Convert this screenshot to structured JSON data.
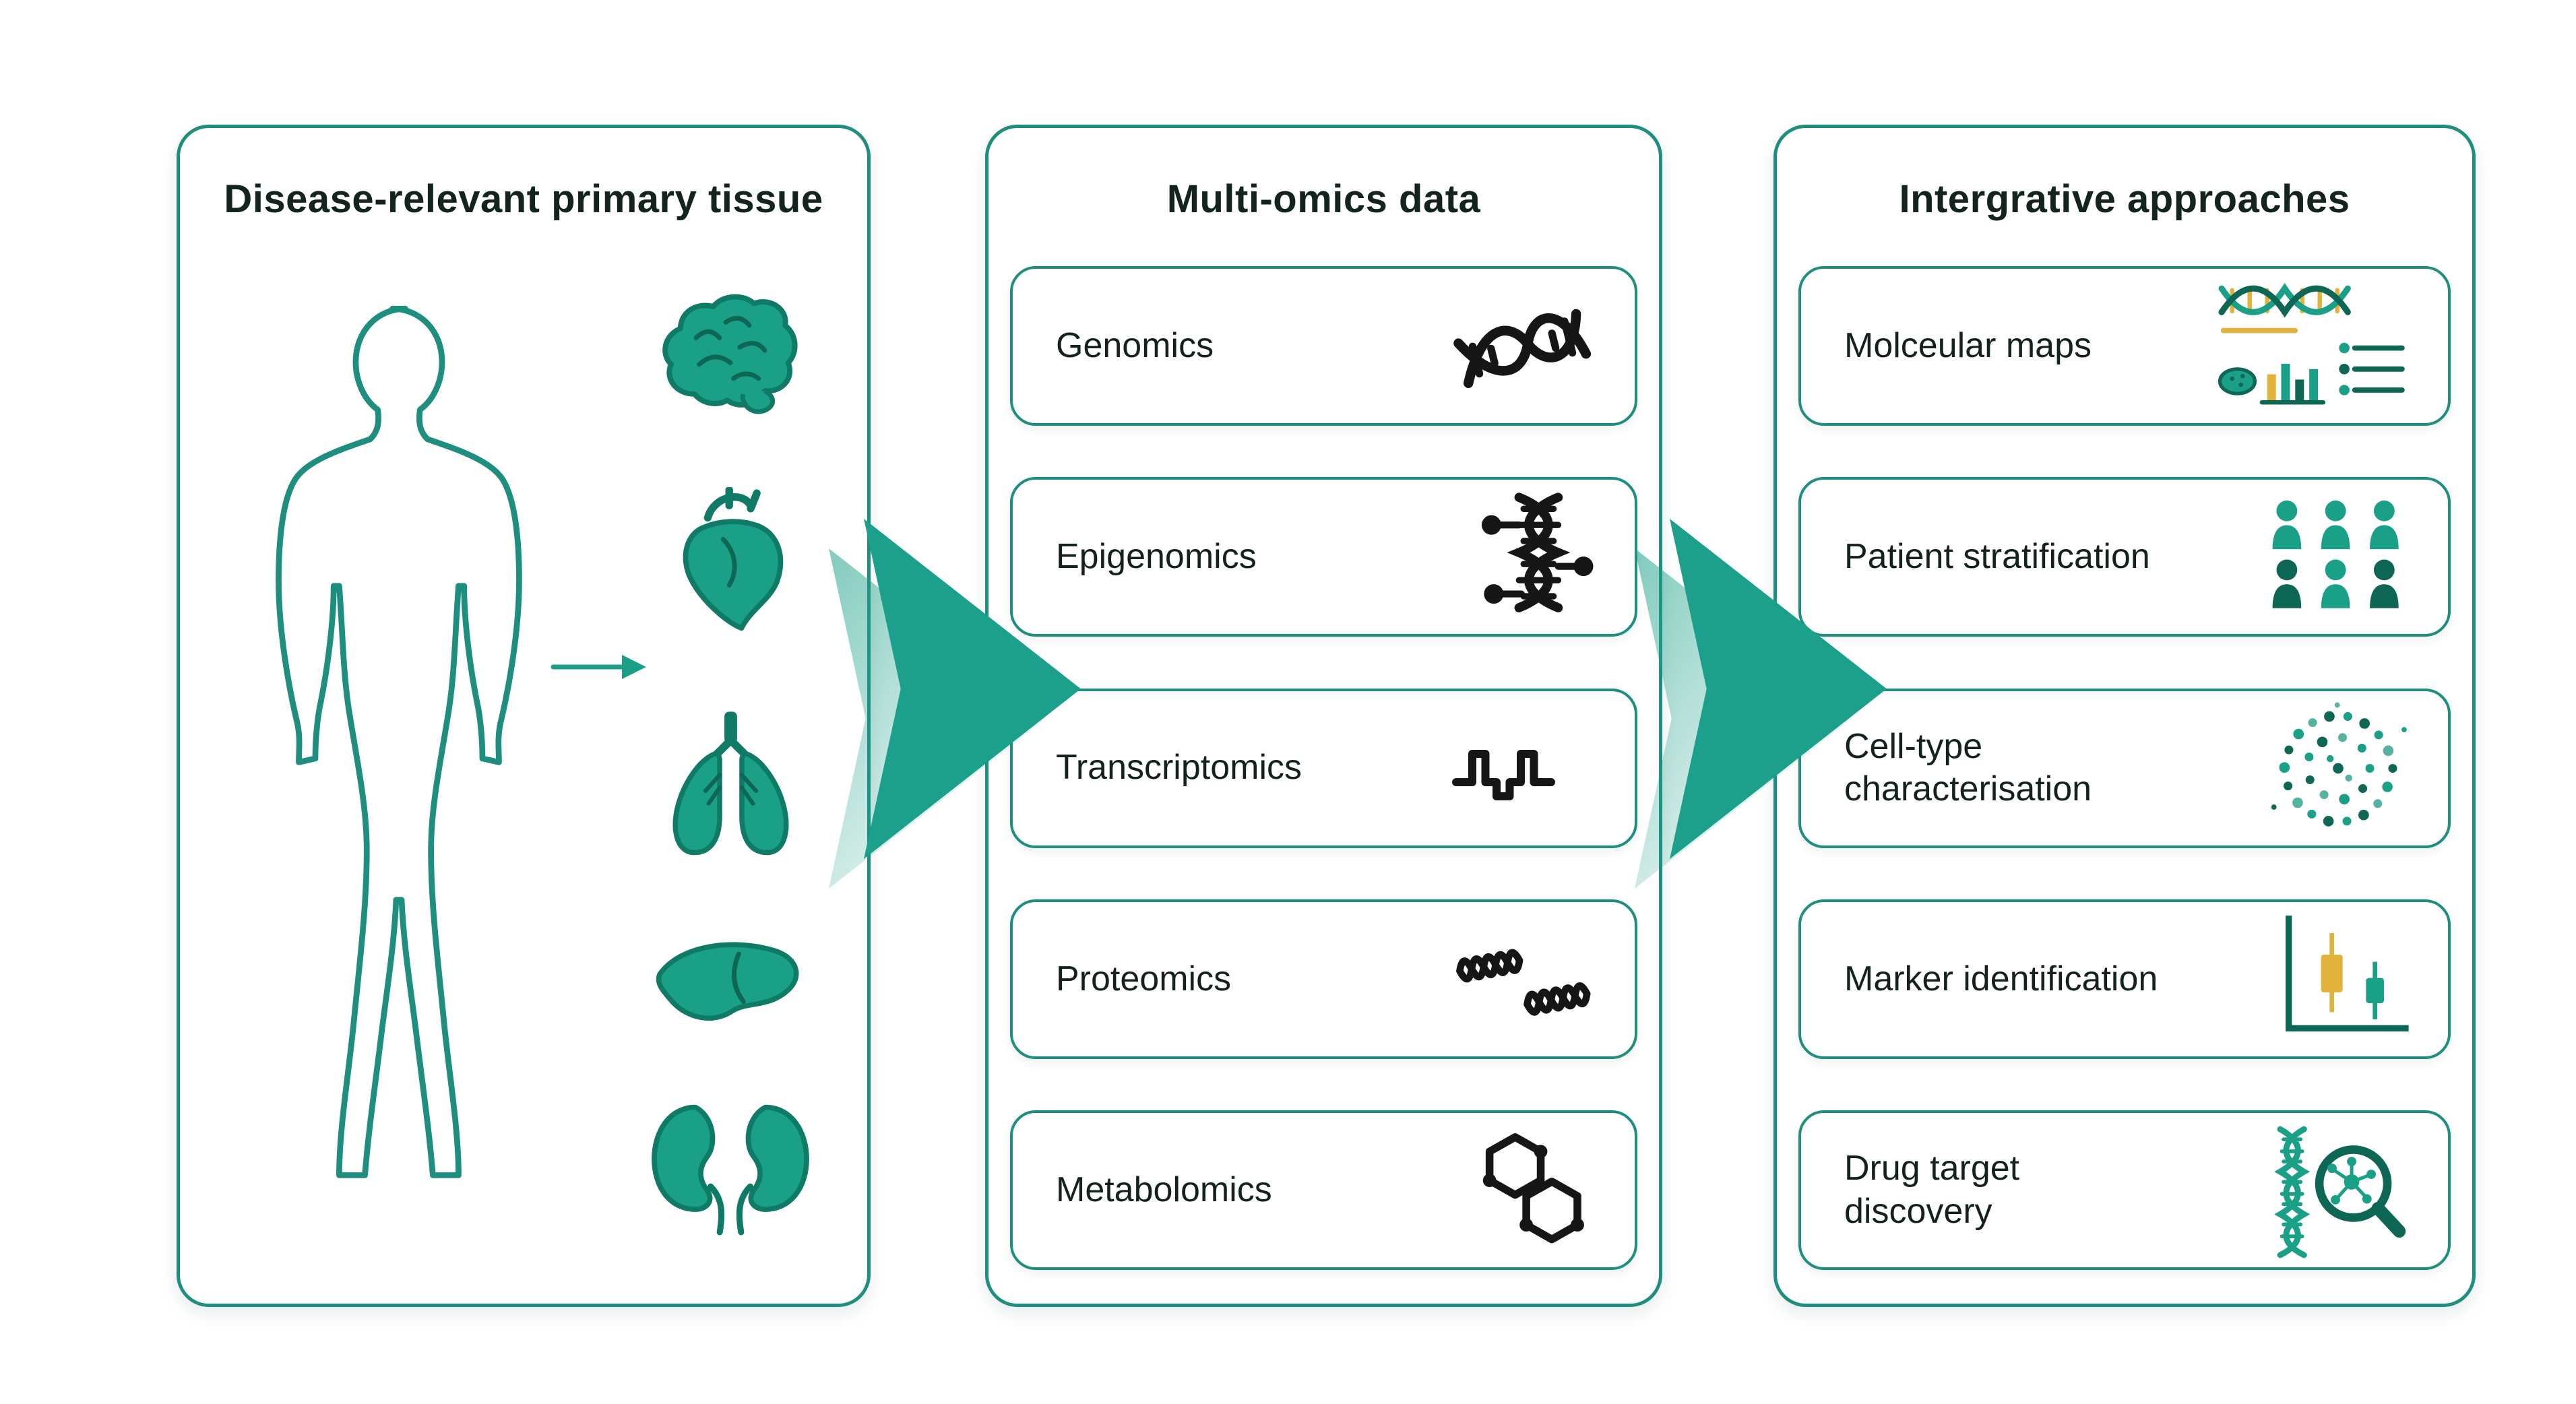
{
  "colors": {
    "teal": "#1BA088",
    "teal_dark": "#0E6655",
    "yellow": "#E2B33C",
    "panel_border": "#1E8E7E",
    "icon_black": "#161616"
  },
  "tissue_panel": {
    "title": "Disease-relevant primary tissue",
    "organs": [
      "brain",
      "heart",
      "lungs",
      "liver",
      "kidneys"
    ]
  },
  "omics_panel": {
    "title": "Multi-omics data",
    "items": [
      {
        "label": "Genomics",
        "icon": "dna-icon"
      },
      {
        "label": "Epigenomics",
        "icon": "methylated-dna-icon"
      },
      {
        "label": "Transcriptomics",
        "icon": "rna-transcript-icon"
      },
      {
        "label": "Proteomics",
        "icon": "protein-helix-icon"
      },
      {
        "label": "Metabolomics",
        "icon": "molecule-hexagon-icon"
      }
    ]
  },
  "approaches_panel": {
    "title": "Intergrative approaches",
    "items": [
      {
        "label": "Molceular maps",
        "icon": "molecular-maps-icon"
      },
      {
        "label": "Patient stratification",
        "icon": "patient-group-icon"
      },
      {
        "label": "Cell-type characterisation",
        "icon": "cell-cluster-icon"
      },
      {
        "label": "Marker identification",
        "icon": "boxplot-icon"
      },
      {
        "label": "Drug target discovery",
        "icon": "drug-target-icon"
      }
    ]
  }
}
